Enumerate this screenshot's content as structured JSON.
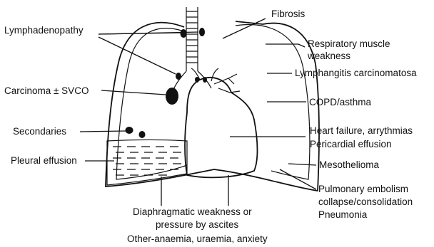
{
  "diagram": {
    "labels": {
      "lymphadenopathy": "Lymphadenopathy",
      "carcinoma": "Carcinoma ± SVCO",
      "secondaries": "Secondaries",
      "pleural_effusion": "Pleural effusion",
      "fibrosis": "Fibrosis",
      "resp_muscle_1": "Respiratory muscle",
      "resp_muscle_2": "weakness",
      "lymphangitis": "Lymphangitis carcinomatosa",
      "copd": "COPD/asthma",
      "heart_failure_1": "Heart failure, arrythmias",
      "heart_failure_2": "Pericardial effusion",
      "mesothelioma": "Mesothelioma",
      "pulmonary_1": "Pulmonary embolism",
      "pulmonary_2": "collapse/consolidation",
      "pulmonary_3": "Pneumonia",
      "diaphragm_1": "Diaphragmatic weakness or",
      "diaphragm_2": "pressure by ascites",
      "other": "Other-anaemia, uraemia, anxiety"
    }
  }
}
